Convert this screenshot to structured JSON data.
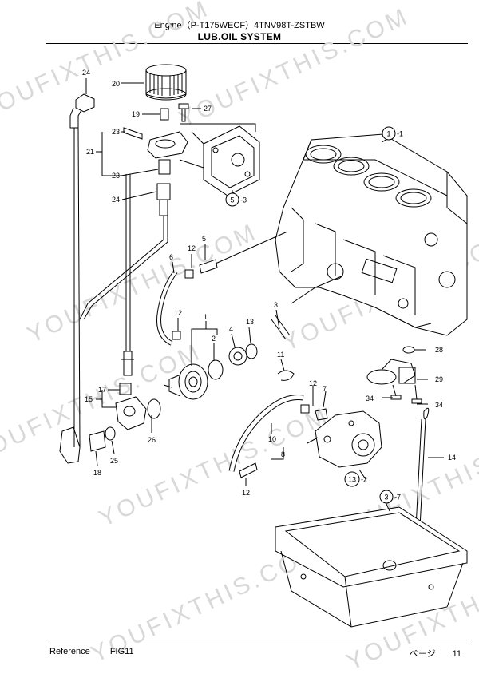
{
  "header": {
    "title": "Engine（P-T175WECF）4TNV98T-ZSTBW",
    "subtitle": "LUB.OIL SYSTEM"
  },
  "footer": {
    "reference_label": "Reference",
    "figure": "FIG11",
    "page_label": "ペ－ジ",
    "page_number": "11"
  },
  "watermark": "YOUFIXTHIS.COM",
  "callouts": {
    "c1_1": "1",
    "c1_1s": "-1",
    "c5_3": "5",
    "c5_3s": "-3",
    "c13_2": "13",
    "c13_2s": "-2",
    "c3_7": "3",
    "c3_7s": "-7"
  },
  "labels": {
    "p24a": "24",
    "p20": "20",
    "p19": "19",
    "p27": "27",
    "p23a": "23",
    "p21": "21",
    "p23b": "23",
    "p24b": "24",
    "p5": "5",
    "p12a": "12",
    "p6": "6",
    "p12b": "12",
    "p1": "1",
    "p2": "2",
    "p4": "4",
    "p13": "13",
    "p3": "3",
    "p11": "11",
    "p17": "17",
    "p15": "15",
    "p26": "26",
    "p25": "25",
    "p18": "18",
    "p12c": "12",
    "p7": "7",
    "p10": "10",
    "p8": "8",
    "p12d": "12",
    "p28": "28",
    "p29": "29",
    "p34a": "34",
    "p34b": "34",
    "p14": "14"
  }
}
